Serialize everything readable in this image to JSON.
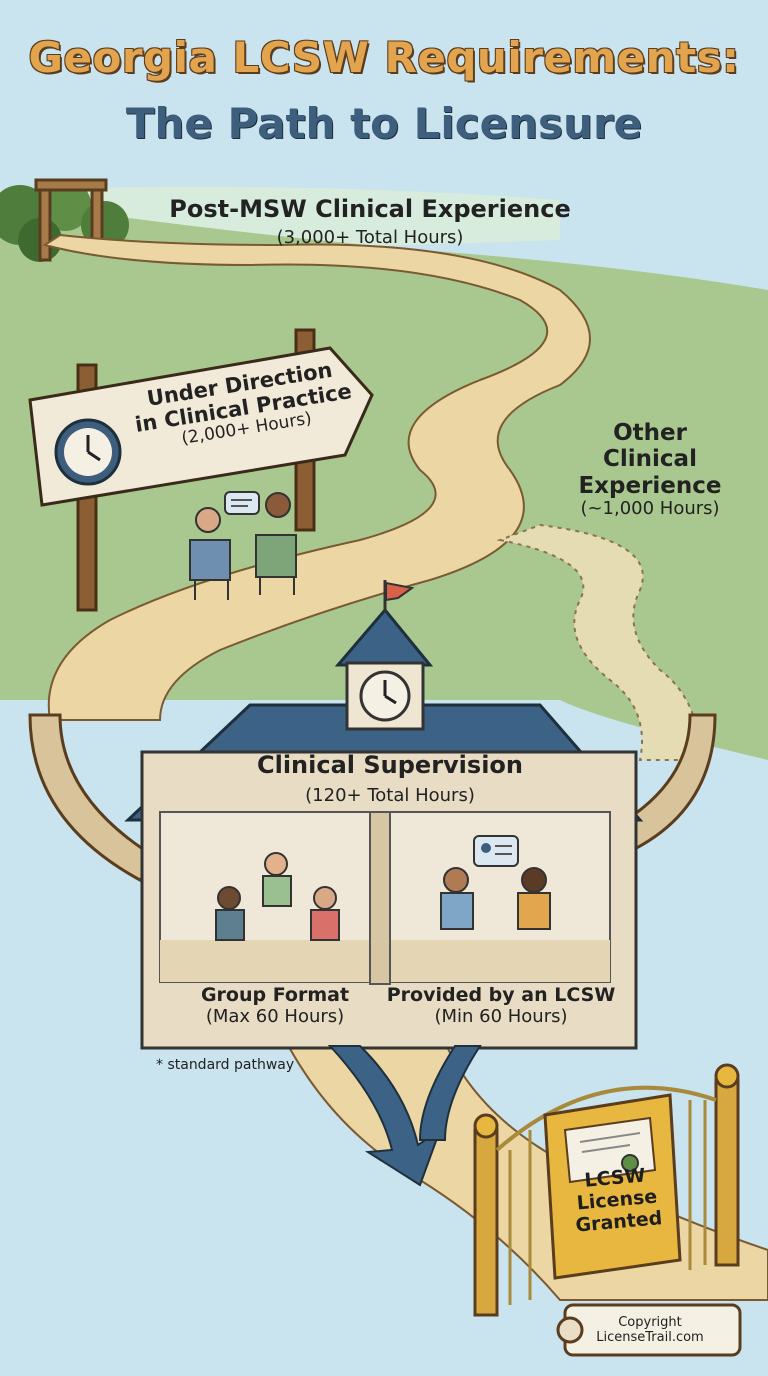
{
  "title": {
    "line1": "Georgia LCSW Requirements:",
    "line2": "The Path to Licensure"
  },
  "stages": {
    "post_msw": {
      "label": "Post-MSW Clinical Experience",
      "hours": "(3,000+ Total Hours)"
    },
    "under_direction": {
      "line1": "Under Direction",
      "line2": "in Clinical Practice",
      "hours": "(2,000+ Hours)"
    },
    "other_experience": {
      "line1": "Other",
      "line2": "Clinical",
      "line3": "Experience",
      "hours": "(~1,000 Hours)"
    },
    "supervision": {
      "label": "Clinical Supervision",
      "hours": "(120+ Total Hours)"
    },
    "group_format": {
      "label": "Group Format",
      "hours": "(Max 60 Hours)"
    },
    "provided_by_lcsw": {
      "label": "Provided by an LCSW",
      "hours": "(Min 60 Hours)"
    }
  },
  "footnote": "* standard pathway",
  "license": {
    "line1": "LCSW",
    "line2": "License",
    "line3": "Granted"
  },
  "copyright": {
    "line1": "Copyright",
    "line2": "LicenseTrail.com"
  },
  "colors": {
    "sky": "#c9e3ef",
    "hill": "#a9c88f",
    "path": "#ecd6a3",
    "roof": "#3c6385",
    "title_gold": "#e2a44f",
    "title_blue": "#3d5f7d",
    "gold_sign": "#e7b73f"
  },
  "icons": [
    "clock-icon",
    "flag-icon",
    "speech-bubble-icon",
    "certificate-icon",
    "gate-icon",
    "scroll-icon",
    "arrow-icon"
  ]
}
